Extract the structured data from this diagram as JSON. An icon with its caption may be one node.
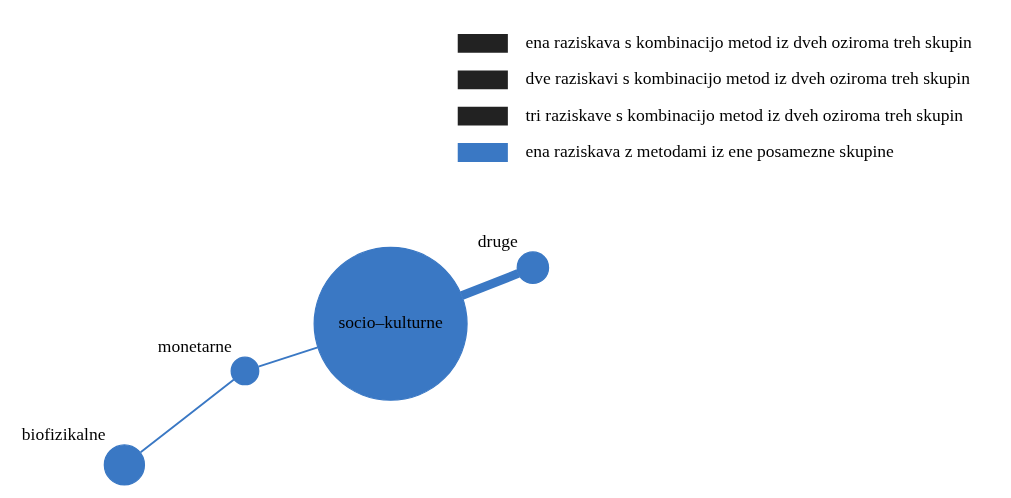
{
  "diagram": {
    "nodes": [
      {
        "text": [
          "socio–kulturne"
        ]
      },
      {
        "text": [],
        "shape": "circle",
        "beside": [
          "druge"
        ]
      },
      {
        "text": [],
        "shape": "circle",
        "beside": [
          "biofizikalne"
        ]
      },
      {
        "text": [],
        "shape": "circle",
        "beside": [
          "monetarne"
        ]
      }
    ],
    "edges": [
      {
        "from": 0,
        "to": 1,
        "arrow": "none",
        "style": "thick"
      },
      {
        "from": 0,
        "to": 3,
        "arrow": "none"
      },
      {
        "from": 2,
        "to": 3,
        "arrow": "none"
      }
    ],
    "legend": [
      {
        "text": "ena raziskava s kombinacijo metod iz dveh oziroma treh skupin"
      },
      {
        "text": "dve raziskavi s kombinacijo metod iz dveh oziroma treh skupin"
      },
      {
        "text": "tri raziskave s kombinacijo metod iz dveh oziroma treh skupin"
      },
      {
        "text": "ena raziskava z metodami iz ene posamezne skupine",
        "color": "#3a78c4"
      }
    ]
  }
}
